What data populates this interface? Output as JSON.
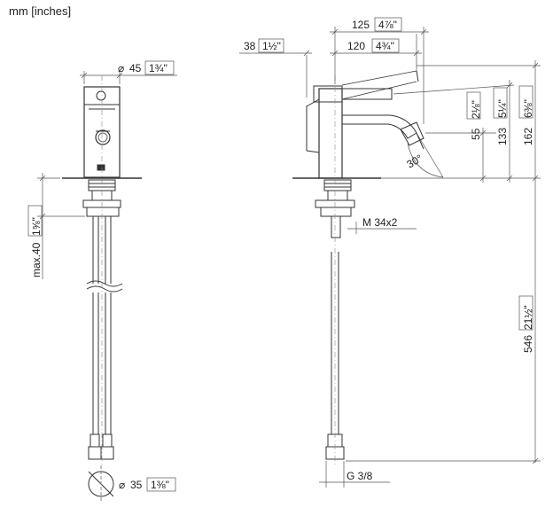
{
  "units_label": "mm [inches]",
  "dimensions": {
    "width_45": {
      "mm": "45",
      "inch": "1¾\""
    },
    "depth_125": {
      "mm": "125",
      "inch": "4⅞\""
    },
    "depth_120": {
      "mm": "120",
      "inch": "4¾\""
    },
    "offset_38": {
      "mm": "38",
      "inch": "1½\""
    },
    "height_55": {
      "mm": "55",
      "inch": "2⅛\""
    },
    "height_133": {
      "mm": "133",
      "inch": "5¼\""
    },
    "height_162": {
      "mm": "162",
      "inch": "6⅜\""
    },
    "angle_30": {
      "value": "30°"
    },
    "max_40": {
      "text": "max.40",
      "inch": "1⅝\""
    },
    "thread": {
      "text": "M 34x2"
    },
    "hose_546": {
      "mm": "546",
      "inch": "21½\""
    },
    "connection": {
      "text": "G 3/8"
    },
    "hole_35": {
      "mm": "35",
      "inch": "1⅜\""
    }
  },
  "colors": {
    "line": "#333333",
    "dim_line": "#555555",
    "background": "#ffffff"
  }
}
